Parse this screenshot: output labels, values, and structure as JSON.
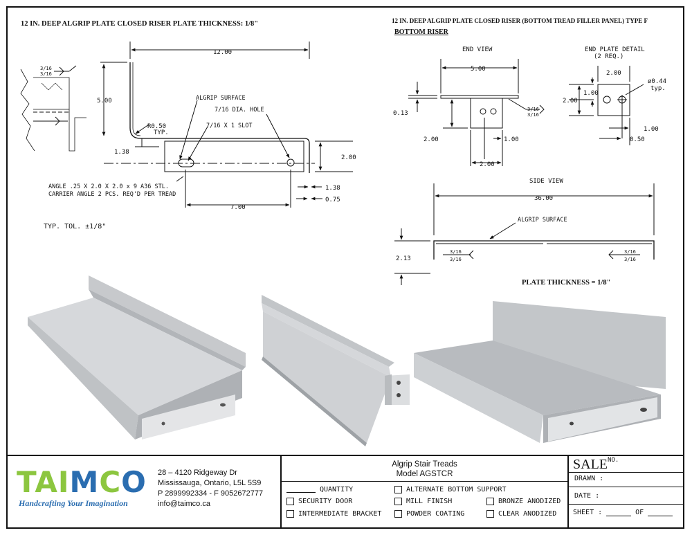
{
  "drawing_left": {
    "title": "12 IN. DEEP ALGRIP PLATE CLOSED RISER PLATE THICKNESS: 1/8\"",
    "dims": {
      "width": "12.00",
      "height": "5.00",
      "radius": "R0.50",
      "radius_note": "TYP.",
      "left_offset": "1.38",
      "right_height": "2.00",
      "right_offset": "1.38",
      "bottom_offset": "0.75",
      "slot_spacing": "7.00",
      "weld_a": "3/16",
      "weld_b": "3/16"
    },
    "notes": {
      "surface": "ALGRIP SURFACE",
      "hole": "7/16 DIA. HOLE",
      "slot": "7/16 X 1 SLOT",
      "angle_line1": "ANGLE .25 X 2.0 X 2.0 x 9 A36 STL.",
      "angle_line2": "CARRIER ANGLE 2 PCS. REQ'D PER TREAD",
      "tolerance": "TYP. TOL. ±1/8\""
    }
  },
  "drawing_right": {
    "title": "12 IN. DEEP ALGRIP PLATE CLOSED RISER (BOTTOM TREAD FILLER PANEL) TYPE F",
    "subtitle": "BOTTOM RISER",
    "end_view": {
      "label": "END VIEW",
      "width": "5.00",
      "thickness": "0.13",
      "left_height": "2.00",
      "hole_offset": "1.00",
      "bottom_width": "2.00",
      "weld_a": "3/16",
      "weld_b": "3/16"
    },
    "end_plate": {
      "label_line1": "END PLATE DETAIL",
      "label_line2": "(2 REQ.)",
      "width": "2.00",
      "hole_dia": "ø0.44",
      "hole_note": "typ.",
      "top_offset": "1.00",
      "height": "2.00",
      "right_offset": "1.00",
      "bottom_offset": "0.50"
    },
    "side_view": {
      "label": "SIDE VIEW",
      "length": "36.00",
      "surface": "ALGRIP SURFACE",
      "height": "2.13",
      "weld_a": "3/16",
      "weld_b": "3/16"
    },
    "thickness_note": "PLATE THICKNESS = 1/8\""
  },
  "title_block": {
    "company": {
      "logo_letters": [
        "T",
        "A",
        "I",
        "M",
        "C",
        "O"
      ],
      "tagline": "Handcrafting Your Imagination",
      "address_line1": "28 – 4120 Ridgeway Dr",
      "address_line2": "Mississauga, Ontario, L5L 5S9",
      "phone": "P 2899992334 - F 9052672777",
      "email": "info@taimco.ca"
    },
    "product_line1": "Algrip Stair Treads",
    "product_line2": "Model AGSTCR",
    "quantity_label": "QUANTITY",
    "options": [
      "SECURITY DOOR",
      "INTERMEDIATE BRACKET",
      "ALTERNATE BOTTOM SUPPORT",
      "MILL FINISH",
      "POWDER COATING",
      "BRONZE ANODIZED",
      "CLEAR ANODIZED"
    ],
    "sale_label": "SALE",
    "sale_no": "NO.",
    "drawn": "DRAWN :",
    "date": "DATE :",
    "sheet": "SHEET :",
    "of": "OF"
  },
  "colors": {
    "logo_green": "#8cc63f",
    "logo_blue": "#2a6db0",
    "metal_light": "#d4d6d9",
    "metal_dark": "#9ea2a6"
  }
}
